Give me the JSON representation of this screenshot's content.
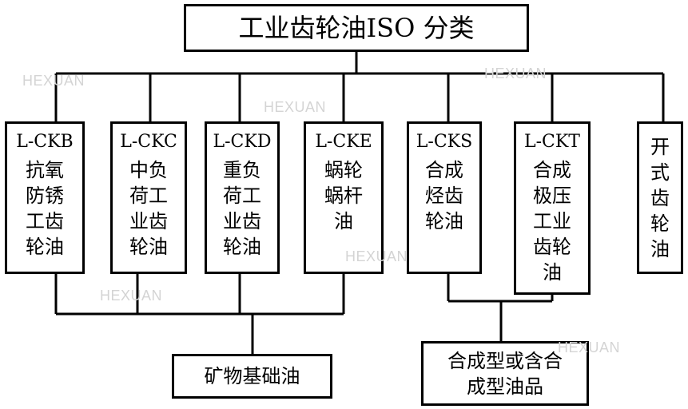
{
  "title": "工业齿轮油ISO 分类",
  "categories": [
    {
      "code": "L-CKB",
      "desc": "抗氧\n防锈\n工齿\n轮油"
    },
    {
      "code": "L-CKC",
      "desc": "中负\n荷工\n业齿\n轮油"
    },
    {
      "code": "L-CKD",
      "desc": "重负\n荷工\n业齿\n轮油"
    },
    {
      "code": "L-CKE",
      "desc": "蜗轮\n蜗杆\n油"
    },
    {
      "code": "L-CKS",
      "desc": "合成\n烃齿\n轮油"
    },
    {
      "code": "L-CKT",
      "desc": "合成\n极压\n工业\n齿轮\n油"
    },
    {
      "code": "",
      "desc": "开\n式\n齿\n轮\n油"
    }
  ],
  "bases": {
    "mineral": "矿物基础油",
    "synthetic": "合成型或含合\n成型油品"
  },
  "watermark": "HEXUAN",
  "colors": {
    "line": "#000000",
    "watermark": "#d4d4d4"
  }
}
